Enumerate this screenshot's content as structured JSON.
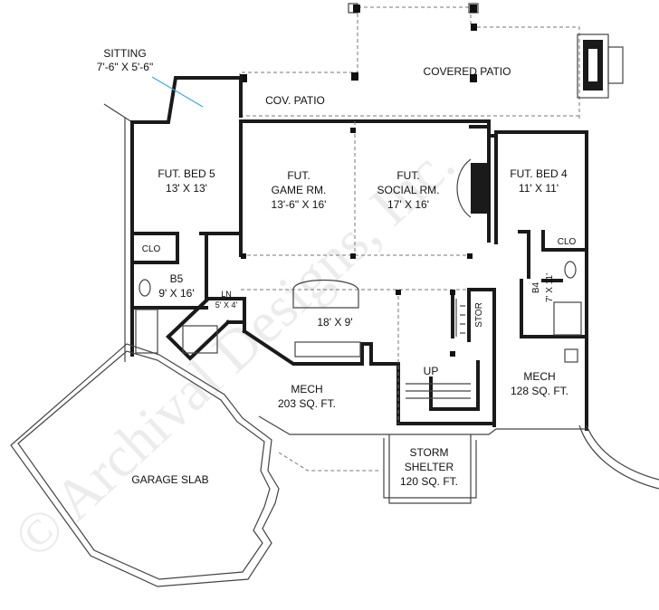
{
  "rooms": {
    "sitting": {
      "name": "SITTING",
      "size": "7'-6\" X 5'-6\""
    },
    "covered_patio": {
      "name": "COVERED PATIO"
    },
    "cov_patio": {
      "name": "COV. PATIO"
    },
    "fut_bed5": {
      "name": "FUT. BED 5",
      "size": "13' X 13'"
    },
    "fut_game": {
      "name1": "FUT.",
      "name2": "GAME RM.",
      "size": "13'-6\" X 16'"
    },
    "fut_social": {
      "name1": "FUT.",
      "name2": "SOCIAL RM.",
      "size": "17' X 16'"
    },
    "fut_bed4": {
      "name": "FUT. BED 4",
      "size": "11' X 11'"
    },
    "clo_left": {
      "name": "CLO"
    },
    "clo_right": {
      "name": "CLO"
    },
    "b5": {
      "name": "B5",
      "size": "9' X 16'"
    },
    "ln": {
      "name": "LN",
      "size": "5' X 4'"
    },
    "hall": {
      "size": "18' X 9'"
    },
    "stor": {
      "name": "STOR"
    },
    "b4": {
      "name": "B4",
      "size": "7' X 11'"
    },
    "stairs": {
      "name": "UP"
    },
    "mech_left": {
      "name": "MECH",
      "size": "203 SQ. FT."
    },
    "mech_right": {
      "name": "MECH",
      "size": "128 SQ. FT."
    },
    "storm": {
      "name1": "STORM",
      "name2": "SHELTER",
      "size": "120 SQ. FT."
    },
    "garage": {
      "name": "GARAGE SLAB"
    }
  },
  "watermark": {
    "text": "© Archival Designs, Inc."
  }
}
